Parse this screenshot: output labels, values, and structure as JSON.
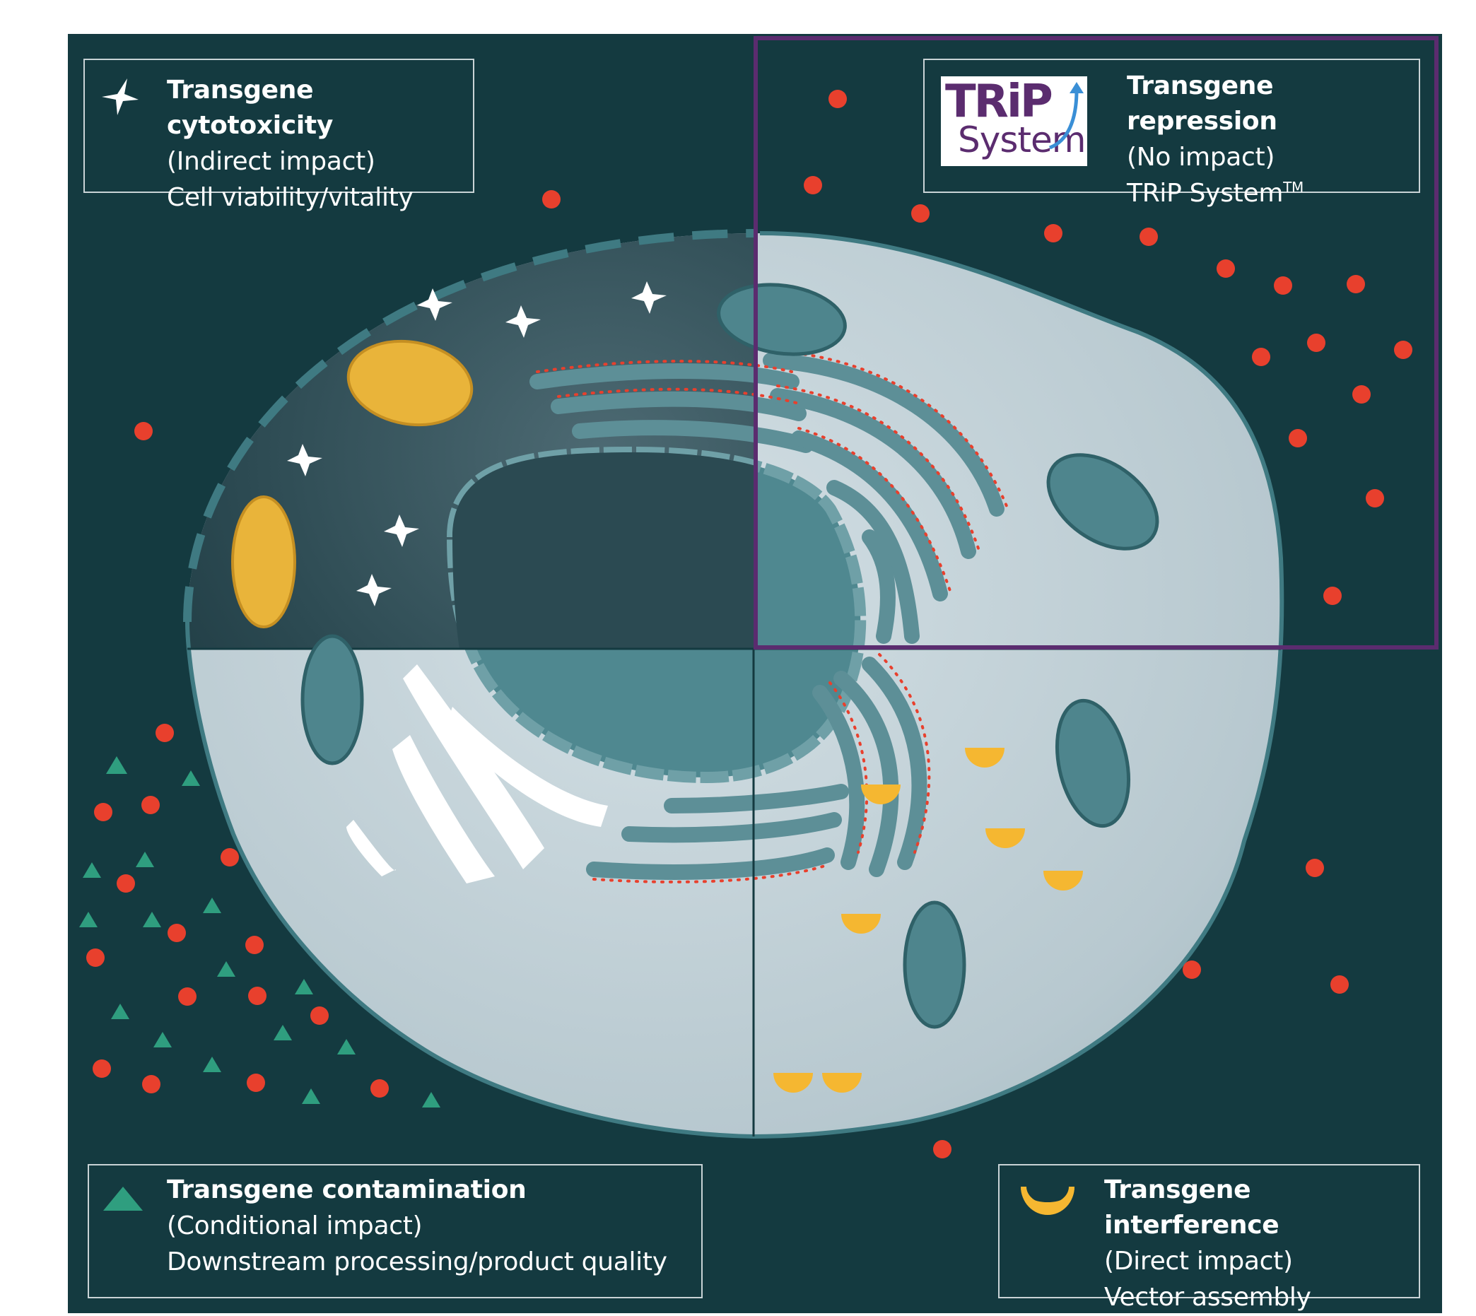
{
  "colors": {
    "background": "#143a40",
    "cell_fill": "#c3d2d8",
    "membrane": "#3f7a82",
    "organelle": "#4e858d",
    "nucleus": "#4f8890",
    "mito_yellow": "#e9b43a",
    "red_particle": "#e8402d",
    "green_marker": "#2f9e7f",
    "cup_yellow": "#f5b731",
    "highlight_frame": "#5b2c6f"
  },
  "legends": {
    "cytotoxicity": {
      "icon": "four-point-star-icon",
      "title": "Transgene cytotoxicity",
      "line1": "(Indirect impact)",
      "line2": "Cell viability/vitality"
    },
    "repression": {
      "icon": "trip-system-logo",
      "title": "Transgene repression",
      "line1": "(No impact)",
      "line2": "TRiP System",
      "line2_sup": "TM"
    },
    "contamination": {
      "icon": "triangle-icon",
      "title": "Transgene contamination",
      "line1": "(Conditional impact)",
      "line2": "Downstream processing/product quality"
    },
    "interference": {
      "icon": "half-moon-cup-icon",
      "title": "Transgene interference",
      "line1": "(Direct impact)",
      "line2": "Vector assembly"
    }
  },
  "logo": {
    "word1": "TRiP",
    "word2": "System"
  }
}
